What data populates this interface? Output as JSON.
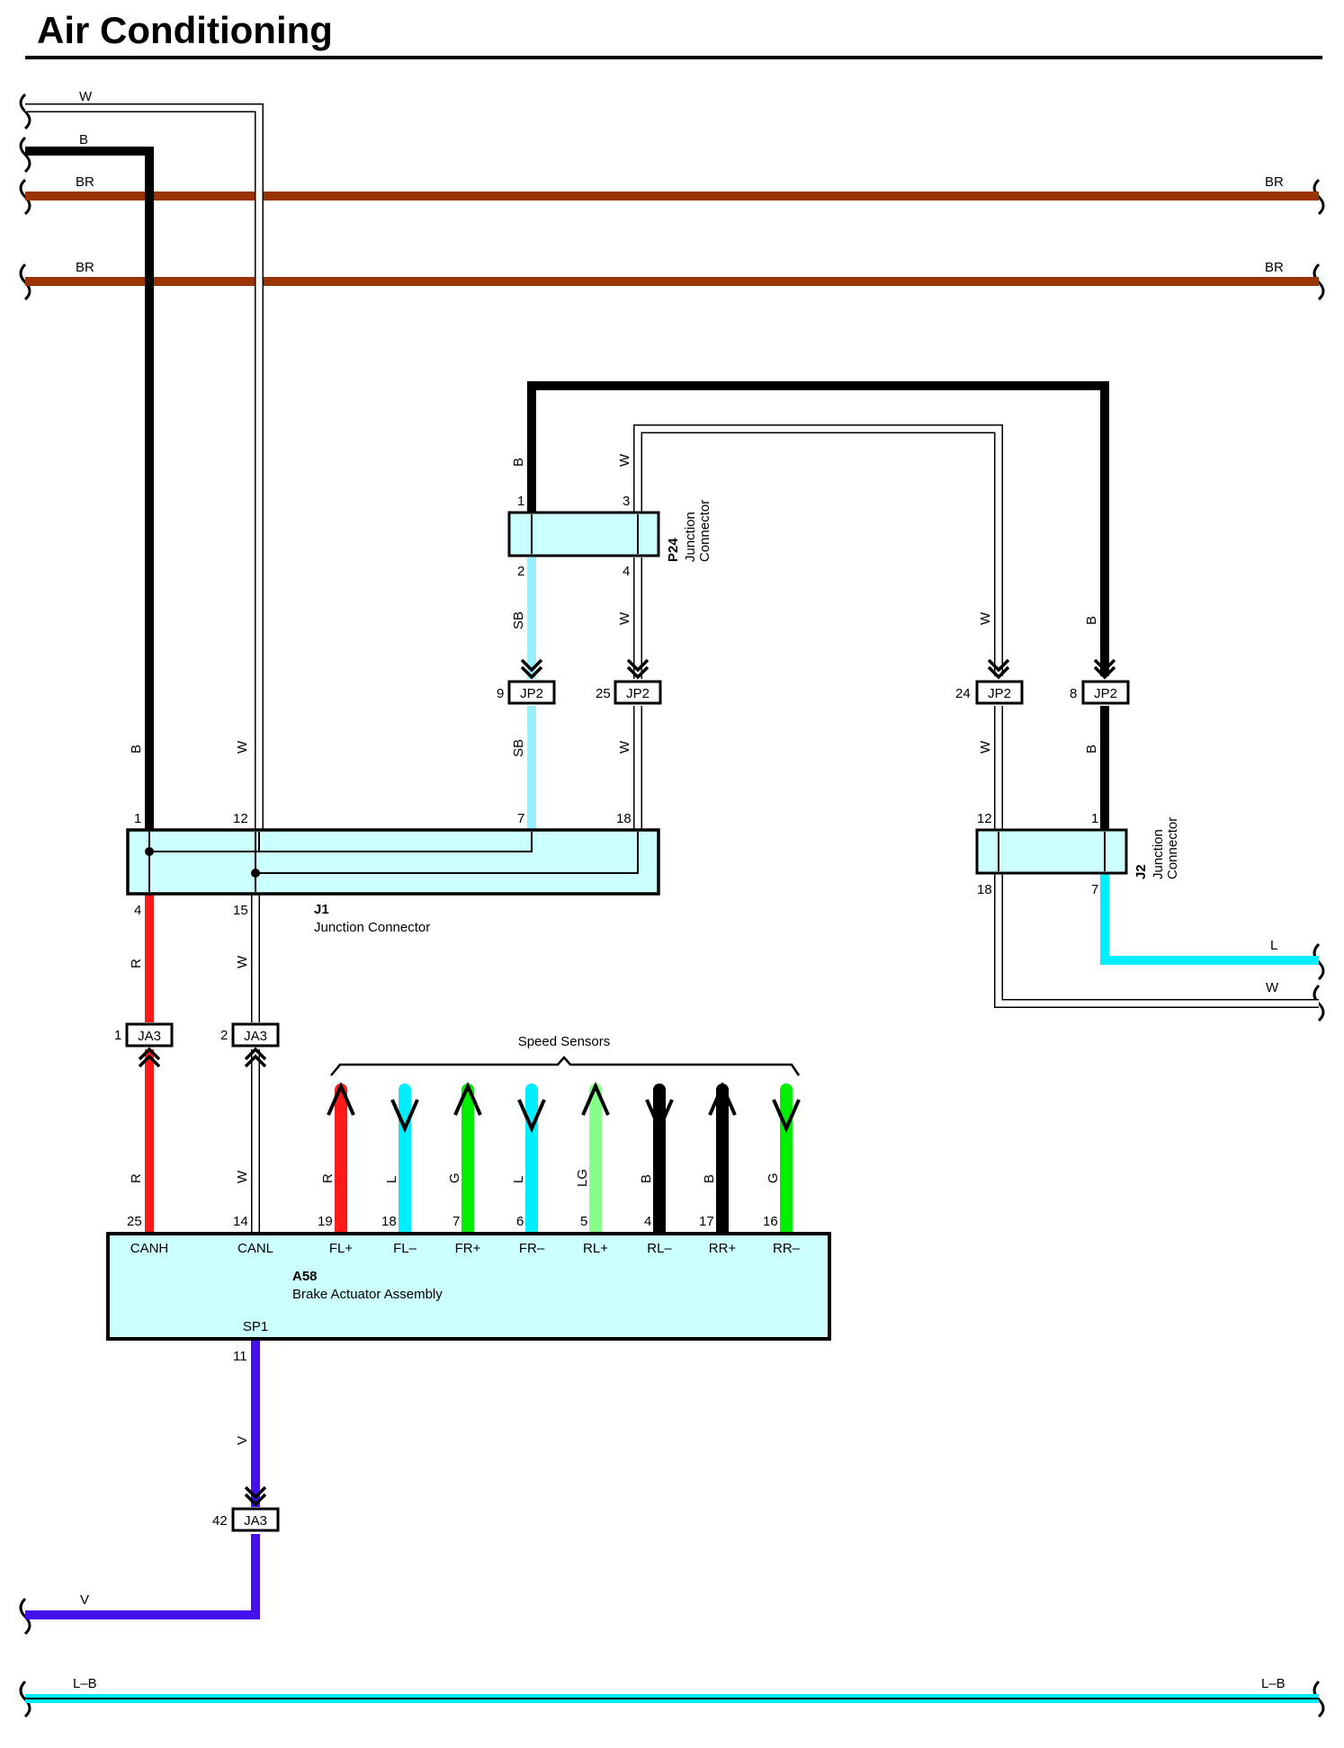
{
  "title": "Air Conditioning",
  "colors": {
    "W": "#ffffff",
    "B": "#000000",
    "BR": "#993300",
    "SB": "#99eeff",
    "R": "#ff1a1a",
    "L": "#00eeff",
    "G": "#00ee00",
    "LG": "#88ff88",
    "V": "#4411ee",
    "L-B": "#00eeff",
    "box_fill": "#ccffff"
  },
  "wires": {
    "top_w": "W",
    "top_b": "B",
    "br1_left": "BR",
    "br1_right": "BR",
    "br2_left": "BR",
    "br2_right": "BR",
    "p24_b": "B",
    "p24_w": "W",
    "p24_sb": "SB",
    "p24_w2": "W",
    "jp2_9_sb": "SB",
    "jp2_25_w": "W",
    "jp2_24_w_up": "W",
    "jp2_8_b_up": "B",
    "jp2_24_w": "W",
    "jp2_8_b": "B",
    "j1_b": "B",
    "j1_w": "W",
    "j1_r": "R",
    "j1_w2": "W",
    "ja3_r": "R",
    "ja3_w": "W",
    "fl_plus": "R",
    "fl_minus": "L",
    "fr_plus": "G",
    "fr_minus": "L",
    "rl_plus": "LG",
    "rl_minus": "B",
    "rr_plus": "B",
    "rr_minus": "G",
    "sp1_v": "V",
    "bottom_v": "V",
    "j2_l": "L",
    "j2_w": "W",
    "lb_left": "L–B",
    "lb_right": "L–B"
  },
  "pins": {
    "p24_1": "1",
    "p24_3": "3",
    "p24_2": "2",
    "p24_4": "4",
    "jp2_a": "9",
    "jp2_b": "25",
    "jp2_c": "24",
    "jp2_d": "8",
    "j1_1": "1",
    "j1_12": "12",
    "j1_7": "7",
    "j1_18": "18",
    "j1_4": "4",
    "j1_15": "15",
    "j2_12": "12",
    "j2_1": "1",
    "j2_18": "18",
    "j2_7": "7",
    "ja3_1": "1",
    "ja3_2": "2",
    "ja3_42": "42",
    "a58_25": "25",
    "a58_14": "14",
    "a58_19": "19",
    "a58_18": "18",
    "a58_7": "7",
    "a58_6": "6",
    "a58_5": "5",
    "a58_4": "4",
    "a58_17": "17",
    "a58_16": "16",
    "a58_11": "11"
  },
  "connectors": {
    "jp2": "JP2",
    "ja3": "JA3",
    "p24": {
      "id": "P24",
      "line1": "Junction",
      "line2": "Connector"
    },
    "j2": {
      "id": "J2",
      "line1": "Junction",
      "line2": "Connector"
    },
    "j1": {
      "id": "J1",
      "name": "Junction Connector"
    },
    "a58": {
      "id": "A58",
      "name": "Brake Actuator Assembly",
      "terminals": [
        "CANH",
        "CANL",
        "FL+",
        "FL–",
        "FR+",
        "FR–",
        "RL+",
        "RL–",
        "RR+",
        "RR–"
      ],
      "sp1": "SP1"
    }
  },
  "speed_sensors_label": "Speed Sensors"
}
